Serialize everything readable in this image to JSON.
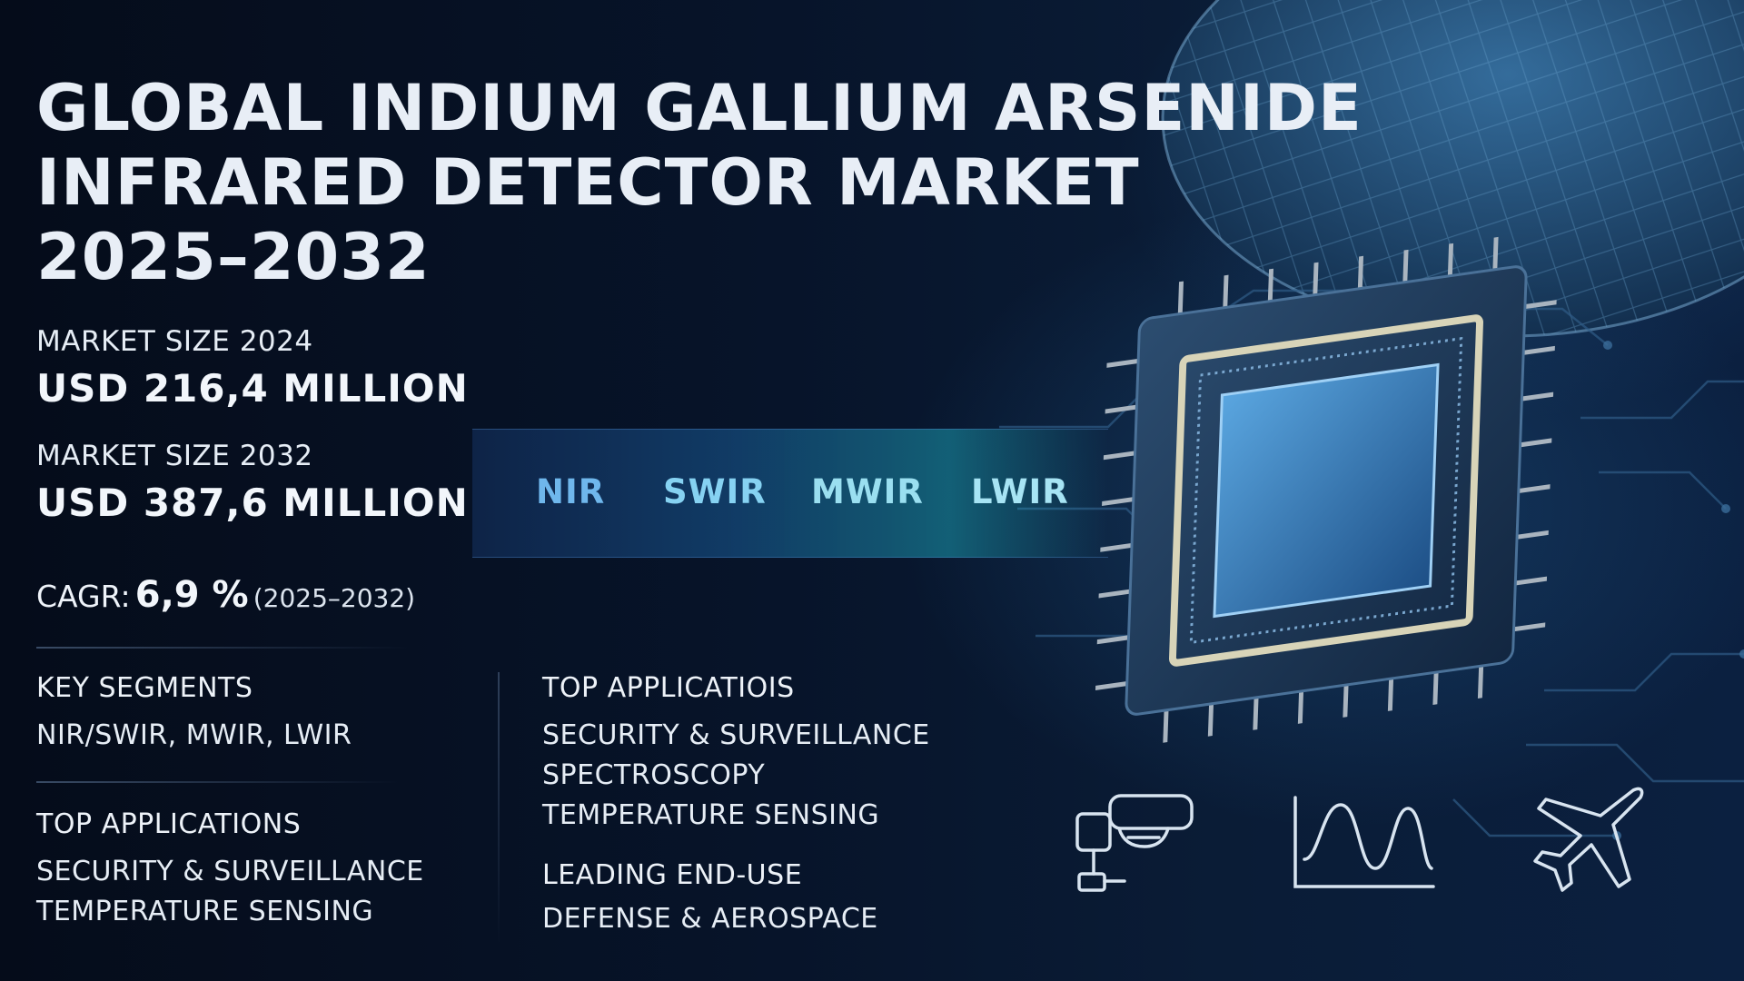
{
  "title": {
    "line1": "GLOBAL INDIUM GALLIUM ARSENIDE",
    "line2": "INFRARED DETECTOR MARKET",
    "line3": "2025–2032"
  },
  "market_size_2024": {
    "label": "MARKET SIZE 2024",
    "value": "USD 216,4 MILLION"
  },
  "market_size_2032": {
    "label": "MARKET SIZE 2032",
    "value": "USD 387,6 MILLION"
  },
  "cagr": {
    "label": "CAGR:",
    "value": "6,9 %",
    "period": "(2025–2032)"
  },
  "bands": [
    {
      "label": "NIR",
      "color": "#6fb7ec"
    },
    {
      "label": "SWIR",
      "color": "#86d2f2"
    },
    {
      "label": "MWIR",
      "color": "#9adff0"
    },
    {
      "label": "LWIR",
      "color": "#a7e4f4"
    }
  ],
  "key_segments": {
    "heading": "KEY SEGMENTS",
    "text": "NIR/SWIR, MWIR, LWIR"
  },
  "top_applications_left": {
    "heading": "TOP APPLICATIONS",
    "items": [
      "SECURITY & SURVEILLANCE",
      "TEMPERATURE SENSING"
    ]
  },
  "top_applications_right": {
    "heading": "TOP APPLICATIOIS",
    "items": [
      "SECURITY & SURVEILLANCE",
      "SPECTROSCOPY",
      "TEMPERATURE SENSING"
    ]
  },
  "leading_end_use": {
    "heading": "LEADING END-USE",
    "text": "DEFENSE & AEROSPACE"
  },
  "icons": [
    "security-camera-icon",
    "spectrum-wave-icon",
    "airplane-icon"
  ],
  "colors": {
    "background": "#061022",
    "accent": "#6fb7ec",
    "icon_stroke": "#d8e4f0"
  }
}
